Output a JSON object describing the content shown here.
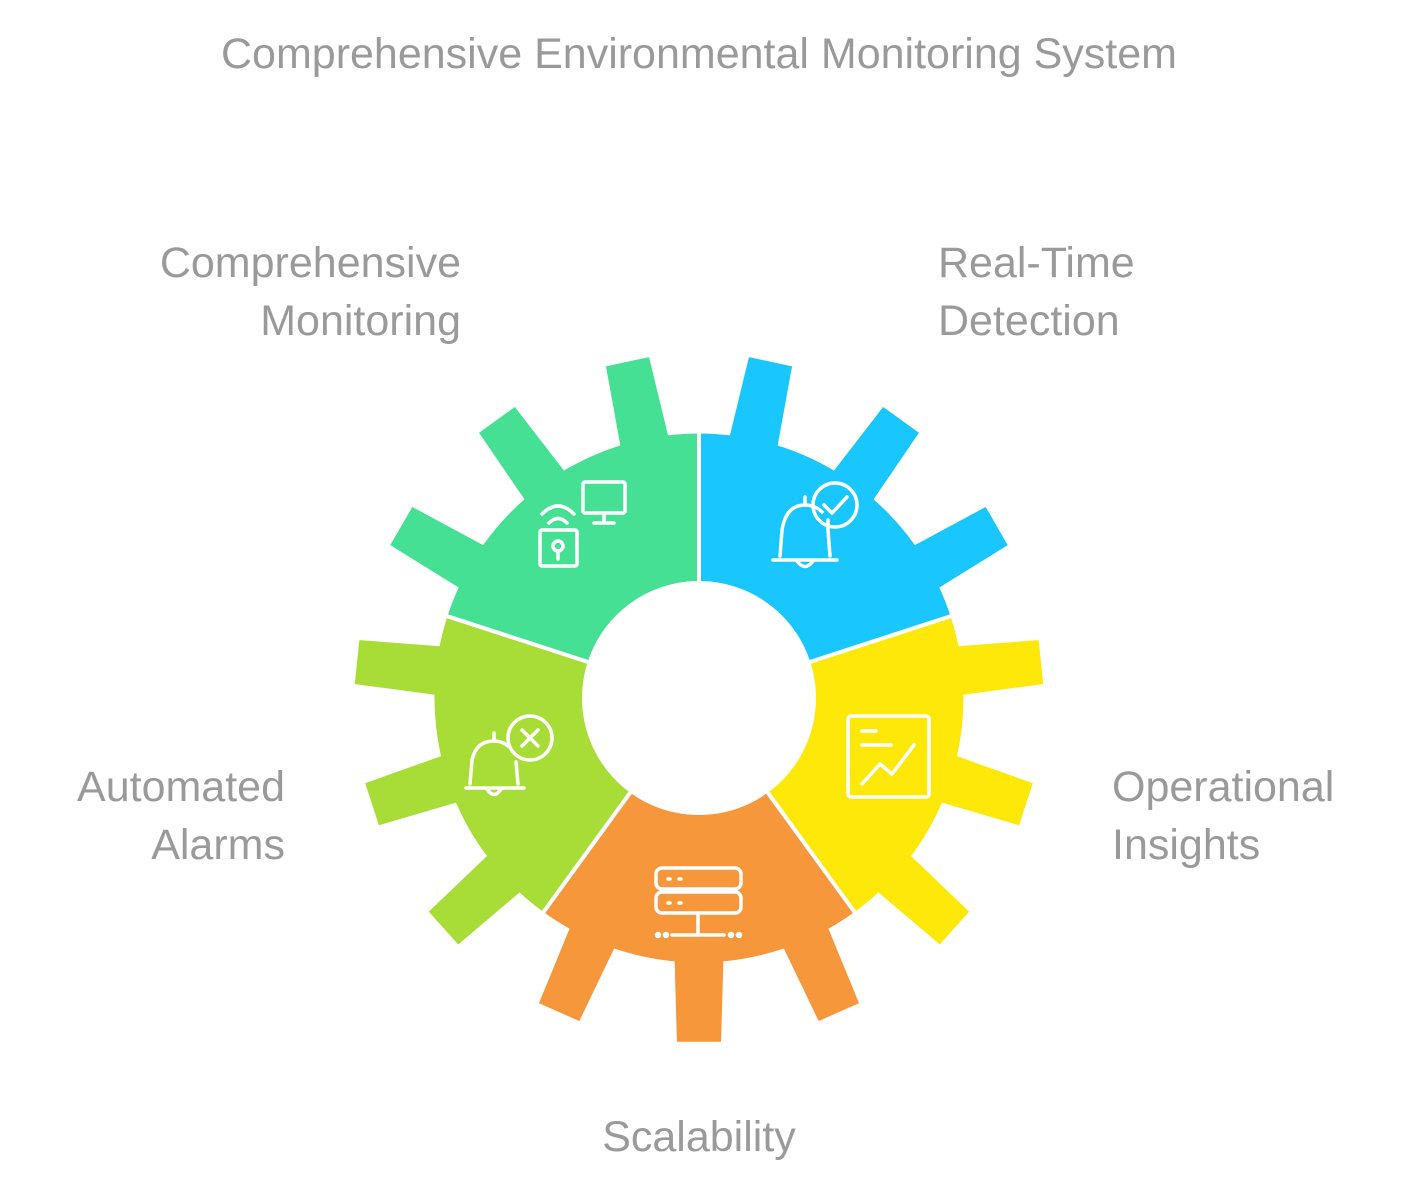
{
  "title": "Comprehensive Environmental Monitoring System",
  "segments": [
    {
      "lines": [
        "Comprehensive",
        "Monitoring"
      ],
      "color": "#46e094",
      "icon": "wifi-lock-monitor-icon"
    },
    {
      "lines": [
        "Real-Time",
        "Detection"
      ],
      "color": "#19c6fd",
      "icon": "bell-check-icon"
    },
    {
      "lines": [
        "Operational",
        "Insights"
      ],
      "color": "#fde80a",
      "icon": "chart-board-icon"
    },
    {
      "lines": [
        "Scalability"
      ],
      "color": "#f7973b",
      "icon": "server-network-icon"
    },
    {
      "lines": [
        "Automated",
        "Alarms"
      ],
      "color": "#a8dd37",
      "icon": "bell-x-icon"
    }
  ]
}
